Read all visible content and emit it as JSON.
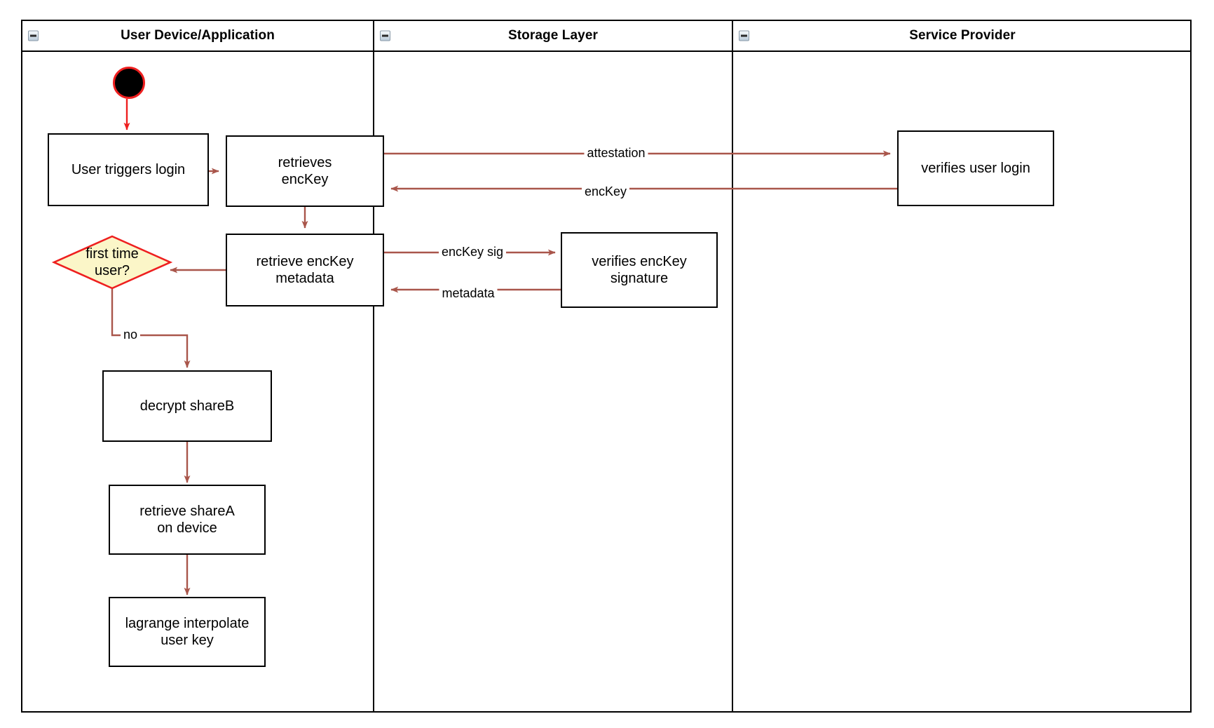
{
  "diagram": {
    "type": "swimlane-activity-diagram",
    "colors": {
      "edge": "#a9564b",
      "start_ring": "#ee1f1f",
      "start_fill": "#000000",
      "decision_fill": "#fbf6c8",
      "decision_stroke": "#ee1f1f",
      "node_stroke": "#000000",
      "node_fill": "#ffffff",
      "lane_stroke": "#000000",
      "text": "#000000"
    },
    "lanes": [
      {
        "id": "lane-user-device",
        "title": "User Device/Application",
        "collapse_icon": "collapse-minus-icon"
      },
      {
        "id": "lane-storage",
        "title": "Storage Layer",
        "collapse_icon": "collapse-minus-icon"
      },
      {
        "id": "lane-service-provider",
        "title": "Service Provider",
        "collapse_icon": "collapse-minus-icon"
      }
    ],
    "nodes": [
      {
        "id": "start",
        "lane": "lane-user-device",
        "shape": "initial-node",
        "label": ""
      },
      {
        "id": "user-triggers-login",
        "lane": "lane-user-device",
        "shape": "activity",
        "label": "User triggers login"
      },
      {
        "id": "retrieves-enckey",
        "lane": "lane-user-device",
        "shape": "activity",
        "label": "retrieves\nencKey"
      },
      {
        "id": "retrieve-enckey-metadata",
        "lane": "lane-user-device",
        "shape": "activity",
        "label": "retrieve encKey\nmetadata"
      },
      {
        "id": "first-time-user",
        "lane": "lane-user-device",
        "shape": "decision",
        "label": "first time\nuser?"
      },
      {
        "id": "decrypt-shareb",
        "lane": "lane-user-device",
        "shape": "activity",
        "label": "decrypt shareB"
      },
      {
        "id": "retrieve-sharea-on-device",
        "lane": "lane-user-device",
        "shape": "activity",
        "label": "retrieve shareA\non device"
      },
      {
        "id": "lagrange-interpolate-user-key",
        "lane": "lane-user-device",
        "shape": "activity",
        "label": "lagrange interpolate\nuser key"
      },
      {
        "id": "verifies-enckey-signature",
        "lane": "lane-storage",
        "shape": "activity",
        "label": "verifies encKey\nsignature"
      },
      {
        "id": "verifies-user-login",
        "lane": "lane-service-provider",
        "shape": "activity",
        "label": "verifies user login"
      }
    ],
    "edges": [
      {
        "id": "edge-start-to-login",
        "from": "start",
        "to": "user-triggers-login",
        "label": ""
      },
      {
        "id": "edge-login-to-retrieves",
        "from": "user-triggers-login",
        "to": "retrieves-enckey",
        "label": ""
      },
      {
        "id": "edge-retrieves-to-verifies-login",
        "from": "retrieves-enckey",
        "to": "verifies-user-login",
        "label": "attestation"
      },
      {
        "id": "edge-verifies-login-to-retrieves",
        "from": "verifies-user-login",
        "to": "retrieves-enckey",
        "label": "encKey"
      },
      {
        "id": "edge-retrieves-to-metadata",
        "from": "retrieves-enckey",
        "to": "retrieve-enckey-metadata",
        "label": ""
      },
      {
        "id": "edge-metadata-to-verifies-sig",
        "from": "retrieve-enckey-metadata",
        "to": "verifies-enckey-signature",
        "label": "encKey sig"
      },
      {
        "id": "edge-verifies-sig-to-metadata",
        "from": "verifies-enckey-signature",
        "to": "retrieve-enckey-metadata",
        "label": "metadata"
      },
      {
        "id": "edge-metadata-to-decision",
        "from": "retrieve-enckey-metadata",
        "to": "first-time-user",
        "label": ""
      },
      {
        "id": "edge-decision-to-decrypt",
        "from": "first-time-user",
        "to": "decrypt-shareb",
        "label": "no"
      },
      {
        "id": "edge-decrypt-to-retrieve-sharea",
        "from": "decrypt-shareb",
        "to": "retrieve-sharea-on-device",
        "label": ""
      },
      {
        "id": "edge-retrieve-sharea-to-lagrange",
        "from": "retrieve-sharea-on-device",
        "to": "lagrange-interpolate-user-key",
        "label": ""
      }
    ],
    "edge_labels": {
      "attestation": "attestation",
      "enckey": "encKey",
      "enckey_sig": "encKey sig",
      "metadata": "metadata",
      "no": "no"
    }
  }
}
